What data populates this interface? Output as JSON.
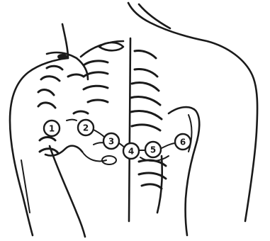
{
  "colors": {
    "ink": "#1a1a1a",
    "background": "#ffffff",
    "marker_fill": "#ffffff"
  },
  "markers": [
    {
      "label": "1"
    },
    {
      "label": "2"
    },
    {
      "label": "3"
    },
    {
      "label": "4"
    },
    {
      "label": "5"
    },
    {
      "label": "6"
    }
  ]
}
